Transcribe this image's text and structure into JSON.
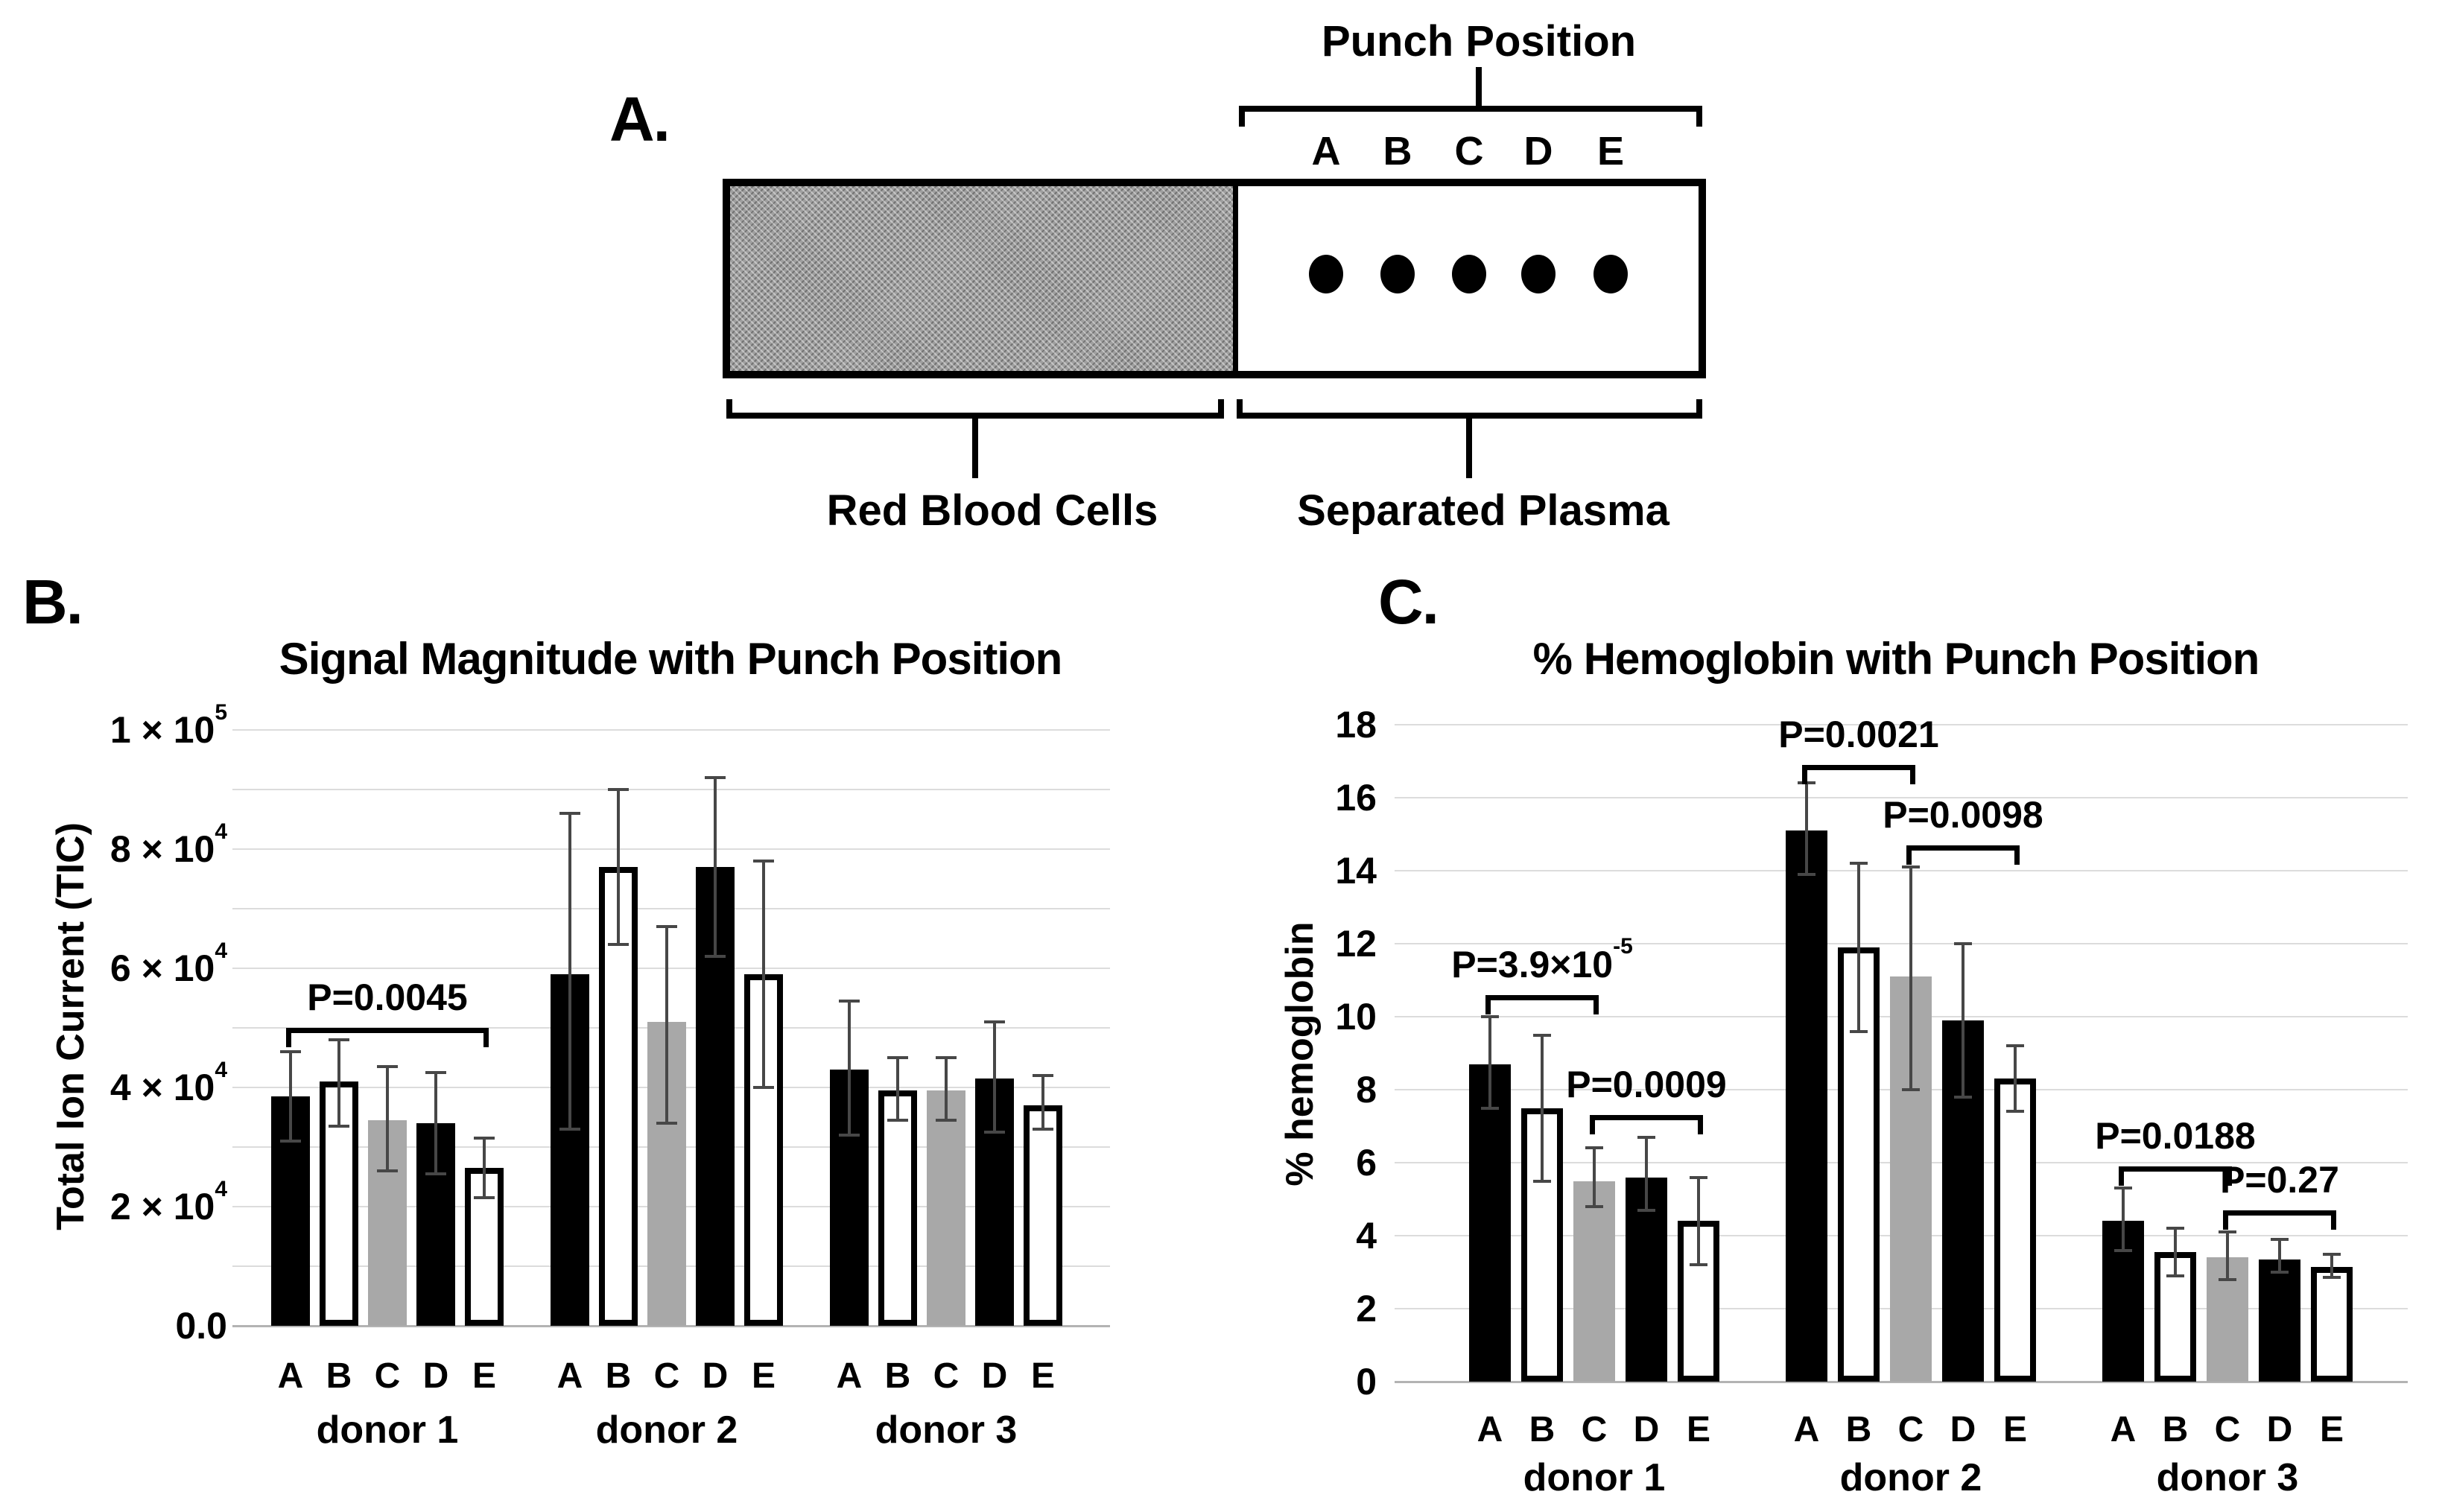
{
  "panelA": {
    "label": "A.",
    "punch_position_label": "Punch Position",
    "letters": [
      "A",
      "B",
      "C",
      "D",
      "E"
    ],
    "rbc_label": "Red Blood Cells",
    "plasma_label": "Separated Plasma"
  },
  "panelB": {
    "label": "B."
  },
  "panelC": {
    "label": "C."
  },
  "colors": {
    "bar_black": "#000000",
    "bar_white": "#ffffff",
    "bar_gray": "#a8a8a8",
    "error_bar": "#474747",
    "gridline": "#dcdcdc"
  },
  "chart_data": [
    {
      "type": "bar",
      "title": "Signal Magnitude with Punch Position",
      "ylabel": "Total Ion Current (TIC)",
      "xlabel": "",
      "ylim": [
        0,
        100000
      ],
      "gridline_step": 10000,
      "grid": true,
      "legend": "none",
      "categories": [
        "A",
        "B",
        "C",
        "D",
        "E"
      ],
      "bar_styles": [
        "black",
        "white",
        "gray",
        "black",
        "white"
      ],
      "ytick_labels": [
        {
          "v": 0,
          "t": "0.0"
        },
        {
          "v": 20000,
          "t": "2 × 10",
          "s": "4"
        },
        {
          "v": 40000,
          "t": "4 × 10",
          "s": "4"
        },
        {
          "v": 60000,
          "t": "6 × 10",
          "s": "4"
        },
        {
          "v": 80000,
          "t": "8 × 10",
          "s": "4"
        },
        {
          "v": 100000,
          "t": "1 × 10",
          "s": "5"
        }
      ],
      "data": [
        {
          "group": "donor 1",
          "values": [
            38500,
            41000,
            34500,
            34000,
            26500
          ],
          "err_low": [
            31000,
            33500,
            26000,
            25500,
            21500
          ],
          "err_high": [
            46000,
            48000,
            43500,
            42500,
            31500
          ]
        },
        {
          "group": "donor 2",
          "values": [
            59000,
            77000,
            51000,
            77000,
            59000
          ],
          "err_low": [
            33000,
            64000,
            34000,
            62000,
            40000
          ],
          "err_high": [
            86000,
            90000,
            67000,
            92000,
            78000
          ]
        },
        {
          "group": "donor 3",
          "values": [
            43000,
            39500,
            39500,
            41500,
            37000
          ],
          "err_low": [
            32000,
            34500,
            34500,
            32500,
            33000
          ],
          "err_high": [
            54500,
            45000,
            45000,
            51000,
            42000
          ]
        }
      ],
      "significance": [
        {
          "group": 0,
          "from": 0,
          "to": 4,
          "y": 50000,
          "label": {
            "t": "P=0.0045"
          }
        }
      ]
    },
    {
      "type": "bar",
      "title": "% Hemoglobin with Punch Position",
      "ylabel": "% hemoglobin",
      "xlabel": "",
      "ylim": [
        0,
        18
      ],
      "gridline_step": 2,
      "grid": true,
      "legend": "none",
      "categories": [
        "A",
        "B",
        "C",
        "D",
        "E"
      ],
      "bar_styles": [
        "black",
        "white",
        "gray",
        "black",
        "white"
      ],
      "ytick_labels": [
        {
          "v": 0,
          "t": "0"
        },
        {
          "v": 2,
          "t": "2"
        },
        {
          "v": 4,
          "t": "4"
        },
        {
          "v": 6,
          "t": "6"
        },
        {
          "v": 8,
          "t": "8"
        },
        {
          "v": 10,
          "t": "10"
        },
        {
          "v": 12,
          "t": "12"
        },
        {
          "v": 14,
          "t": "14"
        },
        {
          "v": 16,
          "t": "16"
        },
        {
          "v": 18,
          "t": "18"
        }
      ],
      "data": [
        {
          "group": "donor 1",
          "values": [
            8.7,
            7.5,
            5.5,
            5.6,
            4.4
          ],
          "err_low": [
            7.5,
            5.5,
            4.8,
            4.7,
            3.2
          ],
          "err_high": [
            10.0,
            9.5,
            6.4,
            6.7,
            5.6
          ]
        },
        {
          "group": "donor 2",
          "values": [
            15.1,
            11.9,
            11.1,
            9.9,
            8.3
          ],
          "err_low": [
            13.9,
            9.6,
            8.0,
            7.8,
            7.4
          ],
          "err_high": [
            16.4,
            14.2,
            14.1,
            12.0,
            9.2
          ]
        },
        {
          "group": "donor 3",
          "values": [
            4.4,
            3.55,
            3.4,
            3.35,
            3.15
          ],
          "err_low": [
            3.6,
            2.9,
            2.8,
            3.0,
            2.85
          ],
          "err_high": [
            5.3,
            4.2,
            4.1,
            3.9,
            3.5
          ]
        }
      ],
      "significance": [
        {
          "group": 0,
          "from": 0,
          "to": 2,
          "y": 10.6,
          "label": {
            "t": "P=3.9×10",
            "s": "-5"
          }
        },
        {
          "group": 0,
          "from": 2,
          "to": 4,
          "y": 7.3,
          "label": {
            "t": "P=0.0009"
          }
        },
        {
          "group": 1,
          "from": 0,
          "to": 2,
          "y": 16.9,
          "label": {
            "t": "P=0.0021"
          }
        },
        {
          "group": 1,
          "from": 2,
          "to": 4,
          "y": 14.7,
          "label": {
            "t": "P=0.0098"
          }
        },
        {
          "group": 2,
          "from": 0,
          "to": 2,
          "y": 5.9,
          "label": {
            "t": "P=0.0188"
          }
        },
        {
          "group": 2,
          "from": 2,
          "to": 4,
          "y": 4.7,
          "label": {
            "t": "P=0.27"
          }
        }
      ]
    }
  ]
}
